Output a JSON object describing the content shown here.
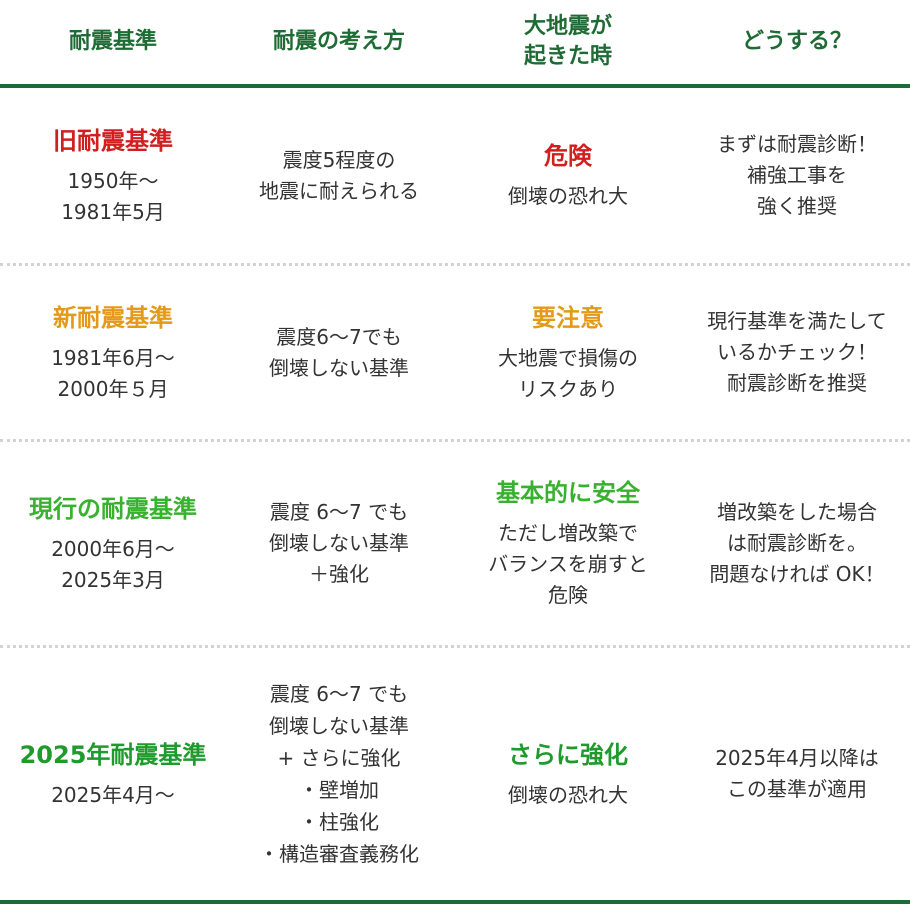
{
  "colors": {
    "header_green": "#1e6b35",
    "old_red": "#d11f1f",
    "new_orange": "#e39a18",
    "current_green": "#38b12f",
    "latest_green": "#1f9a2d",
    "text_gray": "#333333",
    "divider_gray": "#d3d3d3"
  },
  "header": {
    "col1": "耐震基準",
    "col2": "耐震の考え方",
    "col3": "大地震が\n起きた時",
    "col4": "どうする？"
  },
  "rows": [
    {
      "standard": "旧耐震基準",
      "period": "1950年〜\n1981年5月",
      "concept": "震度5程度の\n地震に耐えられる",
      "quake_title": "危険",
      "quake_text": "倒壊の恐れ大",
      "action": "まずは耐震診断！\n補強工事を\n強く推奨"
    },
    {
      "standard": "新耐震基準",
      "period": "1981年6月〜\n2000年５月",
      "concept": "震度6〜7でも\n倒壊しない基準",
      "quake_title": "要注意",
      "quake_text": "大地震で損傷の\nリスクあり",
      "action": "現行基準を満たして\nいるかチェック！\n耐震診断を推奨"
    },
    {
      "standard": "現行の耐震基準",
      "period": "2000年6月〜\n2025年3月",
      "concept": "震度 6〜7 でも\n倒壊しない基準\n＋強化",
      "quake_title": "基本的に安全",
      "quake_text": "ただし増改築で\nバランスを崩すと\n危険",
      "action": "増改築をした場合\nは耐震診断を。\n問題なければ OK！"
    },
    {
      "standard": "2025年耐震基準",
      "period": "2025年4月〜",
      "concept": "震度 6〜7 でも\n倒壊しない基準\n+ さらに強化\n・壁増加\n・柱強化\n・構造審査義務化",
      "quake_title": "さらに強化",
      "quake_text": "倒壊の恐れ大",
      "action": "2025年4月以降は\nこの基準が適用"
    }
  ]
}
